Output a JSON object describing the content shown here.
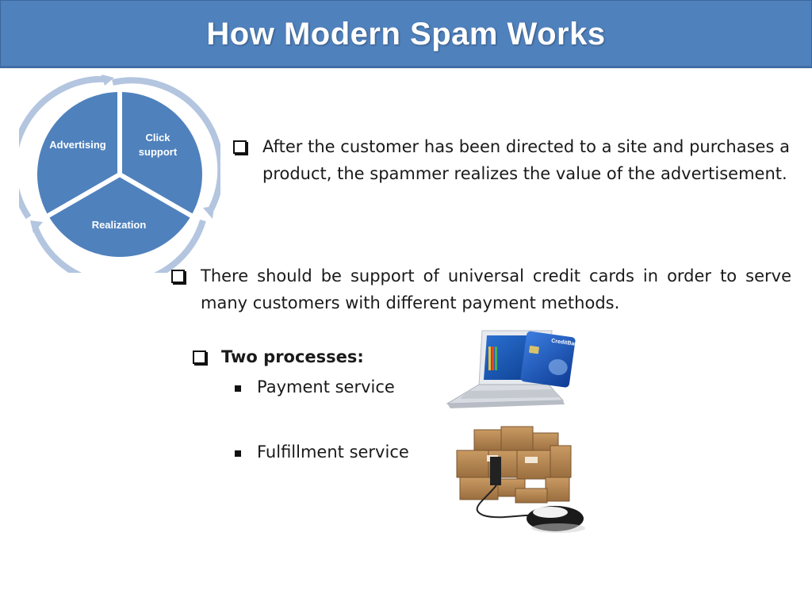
{
  "slide": {
    "title": "How Modern Spam Works"
  },
  "cycle": {
    "segments": [
      {
        "label_lines": [
          "Advertising"
        ]
      },
      {
        "label_lines": [
          "Click",
          "support"
        ]
      },
      {
        "label_lines": [
          "Realization"
        ]
      }
    ],
    "colors": {
      "fill": "#4f81bd",
      "arrow": "#b3c5df",
      "divider": "#ffffff"
    }
  },
  "content": {
    "bullet1": "After the customer has been directed to a site and purchases a product, the spammer realizes the value of the advertisement.",
    "bullet2": "There should be support of universal credit cards in order to serve many customers with different payment methods.",
    "bullet3": "Two processes:",
    "sub_items": [
      "Payment service",
      "Fulfillment service"
    ]
  },
  "images": {
    "laptop_card": {
      "icon": "laptop-credit-card-icon",
      "card_text": "CreditBank"
    },
    "boxes_mouse": {
      "icon": "boxes-mouse-icon"
    }
  }
}
